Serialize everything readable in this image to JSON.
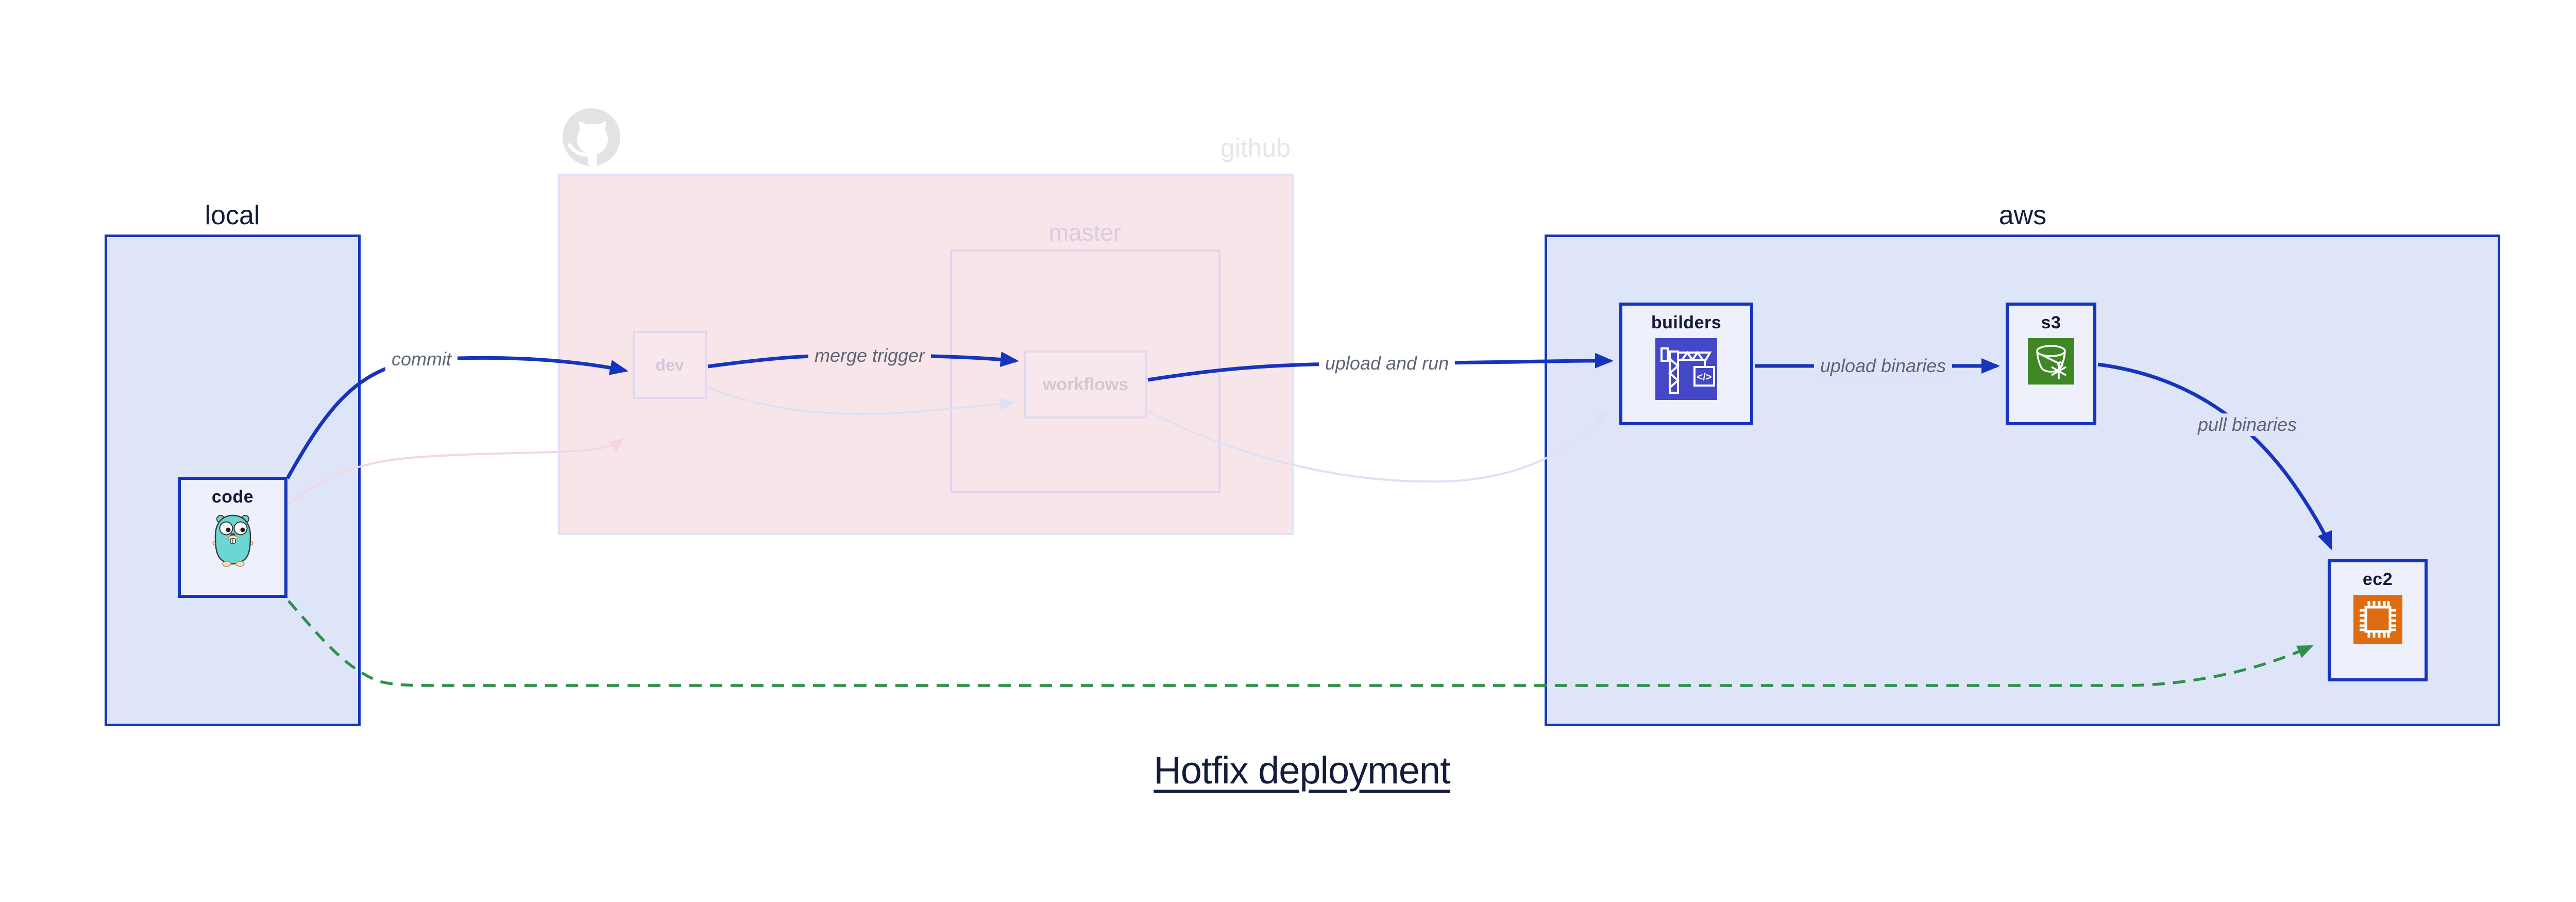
{
  "title": "Hotfix deployment",
  "groups": {
    "local": {
      "label": "local"
    },
    "github": {
      "label": "github",
      "master_label": "master"
    },
    "aws": {
      "label": "aws"
    }
  },
  "nodes": {
    "code": {
      "label": "code"
    },
    "dev": {
      "label": "dev"
    },
    "workflows": {
      "label": "workflows"
    },
    "builders": {
      "label": "builders"
    },
    "s3": {
      "label": "s3"
    },
    "ec2": {
      "label": "ec2"
    }
  },
  "edges": {
    "commit": {
      "label": "commit"
    },
    "merge_trigger": {
      "label": "merge trigger"
    },
    "upload_and_run": {
      "label": "upload and run"
    },
    "upload_binaries": {
      "label": "upload binaries"
    },
    "pull_binaries": {
      "label": "pull binaries"
    }
  },
  "icons": {
    "gopher": "gopher-icon",
    "octocat": "octocat-icon",
    "codebuild": "codebuild-crane-icon",
    "codebuild_code_glyph": "</>",
    "s3_bucket": "s3-glacier-bucket-icon",
    "ec2_chip": "ec2-chip-icon"
  },
  "colors": {
    "accent_blue": "#1634bd",
    "group_fill": "#dee5f8",
    "node_fill": "#eef1fb",
    "github_pink": "#f8e5ea",
    "faded_lavender": "#dee1f4",
    "faded_pink_edge": "#f2d7e0",
    "green_dashed": "#2f8f4b",
    "codebuild_indigo": "#4547c9",
    "s3_green": "#3f8724",
    "ec2_orange": "#de6c10",
    "octocat_gray": "#e3e3e3",
    "gopher_teal": "#6cd7d2",
    "edge_label_gray": "#5d6573",
    "dark_navy": "#131c3a"
  }
}
